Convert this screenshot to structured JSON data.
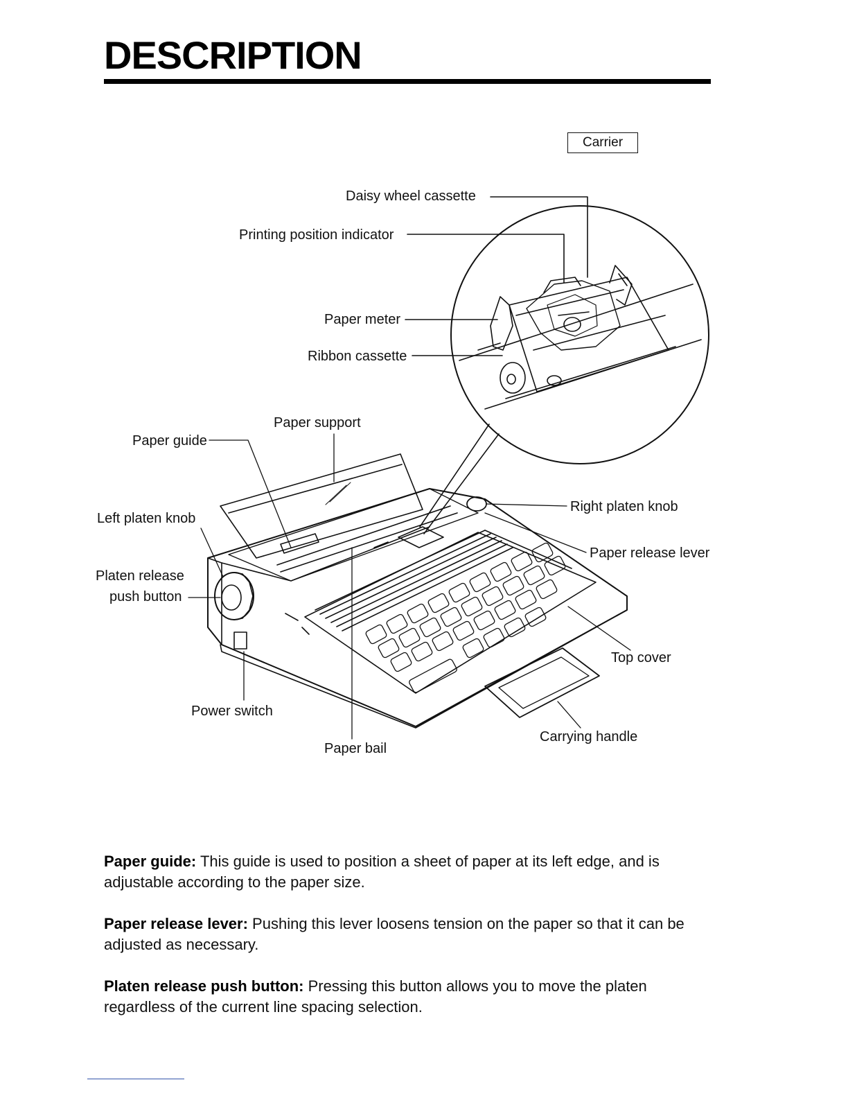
{
  "page": {
    "title": "DESCRIPTION"
  },
  "figure": {
    "inset_title": "Carrier",
    "labels": {
      "daisy_wheel_cassette": "Daisy wheel cassette",
      "printing_position_indicator": "Printing position indicator",
      "paper_meter": "Paper meter",
      "ribbon_cassette": "Ribbon cassette",
      "paper_support": "Paper support",
      "paper_guide": "Paper guide",
      "left_platen_knob": "Left platen knob",
      "platen_release_line1": "Platen release",
      "platen_release_line2": "push button",
      "right_platen_knob": "Right platen knob",
      "paper_release_lever": "Paper release lever",
      "top_cover": "Top cover",
      "power_switch": "Power switch",
      "carrying_handle": "Carrying handle",
      "paper_bail": "Paper bail"
    }
  },
  "descriptions": [
    {
      "term": "Paper guide:",
      "text": " This guide is used to position a sheet of paper at its left edge, and is adjustable according to the paper size."
    },
    {
      "term": "Paper release lever:",
      "text": " Pushing this lever loosens tension on the paper so that it can be adjusted as necessary."
    },
    {
      "term": "Platen release push button:",
      "text": " Pressing this button allows you to move the platen regardless of the current line spacing selection."
    }
  ]
}
